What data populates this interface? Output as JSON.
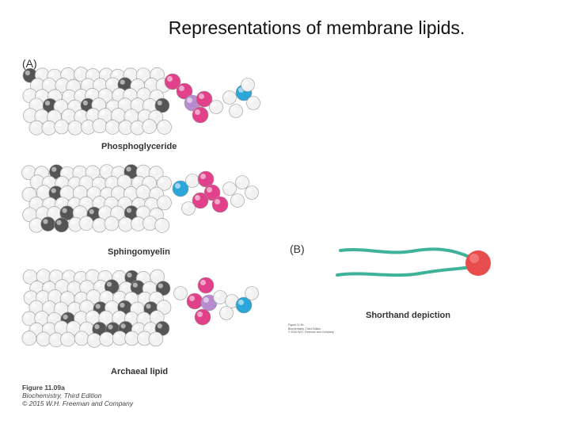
{
  "title": "Representations of membrane lipids.",
  "panel_a": {
    "label": "(A)",
    "models": [
      {
        "caption": "Phosphoglyceride"
      },
      {
        "caption": "Sphingomyelin"
      },
      {
        "caption": "Archaeal lipid"
      }
    ]
  },
  "panel_b": {
    "label": "(B)",
    "caption": "Shorthand depiction",
    "small_credit": [
      "Figure 11.9b",
      "Biochemistry, Third Edition",
      "© 2015 W.H. Freeman and Company"
    ]
  },
  "credit": {
    "figure": "Figure 11.09a",
    "book": "Biochemistry, Third Edition",
    "copyright": "© 2015 W.H. Freeman and Company"
  },
  "colors": {
    "carbon": "#f2f2f2",
    "carbon_dark": "#555555",
    "oxygen": "#e0418a",
    "nitrogen": "#2aa6d8",
    "phosphorus": "#b88ad0",
    "tail": "#3fb39a",
    "head": "#e84c4c"
  }
}
